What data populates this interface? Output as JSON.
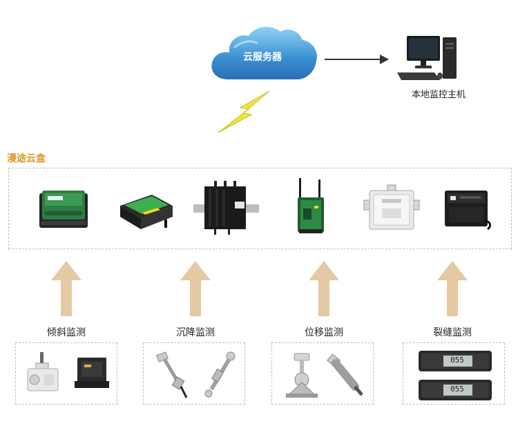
{
  "cloud": {
    "label": "云服务器"
  },
  "pc": {
    "label": "本地监控主机"
  },
  "section": {
    "title": "漫途云盒"
  },
  "devices": [
    {
      "icon": "data-logger-green-icon"
    },
    {
      "icon": "gateway-router-icon"
    },
    {
      "icon": "din-rail-module-icon"
    },
    {
      "icon": "antenna-terminal-icon"
    },
    {
      "icon": "junction-box-icon"
    },
    {
      "icon": "black-controller-icon"
    }
  ],
  "categories": [
    {
      "label": "倾斜监测",
      "sensors": [
        "tilt-sensor-icon",
        "tilt-module-icon"
      ]
    },
    {
      "label": "沉降监测",
      "sensors": [
        "settlement-rod-icon",
        "settlement-meter-icon"
      ]
    },
    {
      "label": "位移监测",
      "sensors": [
        "displacement-mount-icon",
        "displacement-probe-icon"
      ]
    },
    {
      "label": "裂缝监测",
      "sensors": [
        "crack-gauge-icon",
        "crack-gauge-icon"
      ]
    }
  ],
  "crack_display": {
    "value": "055"
  },
  "colors": {
    "accent": "#e0962a",
    "cloud": "#3a8fd0",
    "arrow": "#e4c9a3",
    "lightning": "#f0e63a"
  }
}
